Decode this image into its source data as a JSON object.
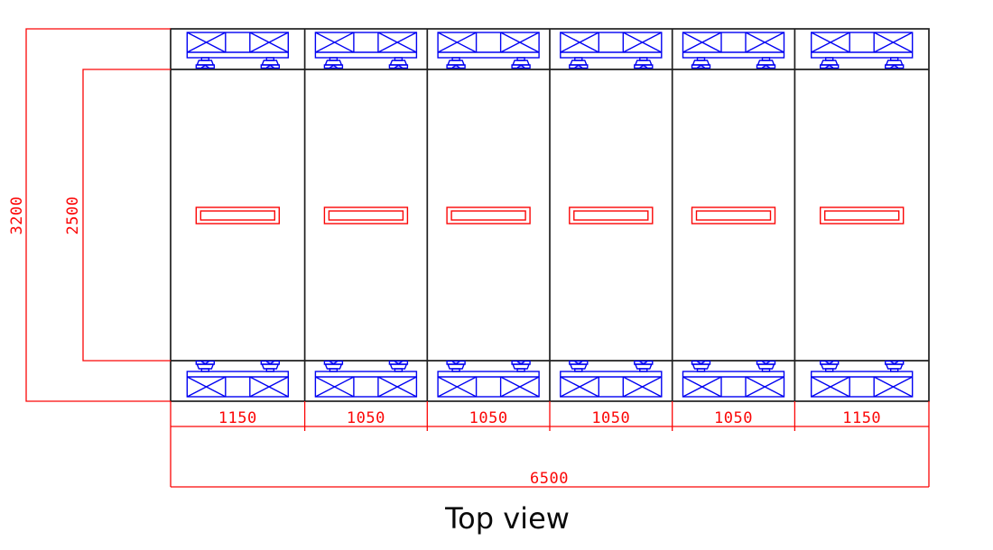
{
  "title": "Top view",
  "colors": {
    "outline": "#1f1f1f",
    "structure_blue": "#0202f2",
    "dimension_red": "#fb0606",
    "title_text": "#0a0a0a",
    "background": "#ffffff"
  },
  "dimensions": {
    "segment_widths": [
      "1150",
      "1050",
      "1050",
      "1050",
      "1050",
      "1150"
    ],
    "total_width": "6500",
    "overall_depth": "3200",
    "inner_depth": "2500"
  },
  "icons": {
    "truss": "x-braced-beam-icon",
    "foot": "adjustable-foot-icon",
    "vent": "roof-hatch-icon"
  }
}
